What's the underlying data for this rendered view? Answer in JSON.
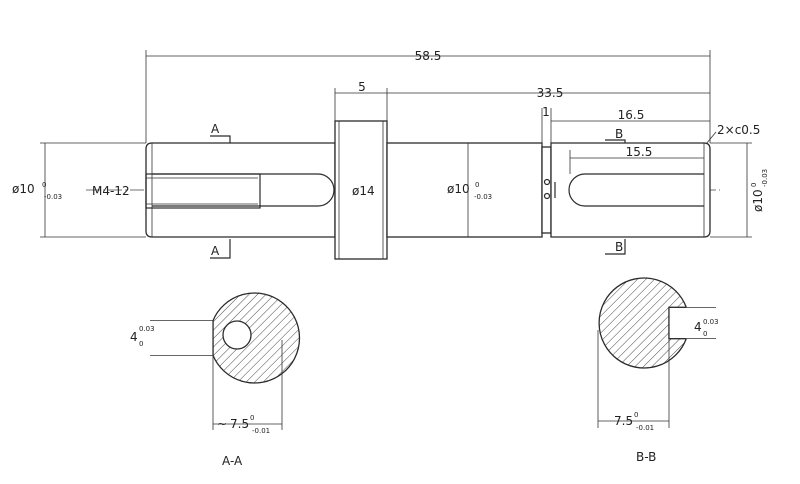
{
  "dimensions": {
    "overall_length": "58.5",
    "right_length": "33.5",
    "collar_width": "5",
    "groove_width": "1",
    "key_length_outer": "16.5",
    "key_length_inner": "15.5",
    "chamfer": "2×c0.5",
    "thread": "M4-12",
    "collar_dia": "ø14"
  },
  "diameters": {
    "left": {
      "base": "ø10",
      "upper": "0",
      "lower": "-0.03"
    },
    "middle": {
      "base": "ø10",
      "upper": "0",
      "lower": "-0.03"
    },
    "right": {
      "base": "ø10",
      "upper": "0",
      "lower": "-0.03"
    }
  },
  "section_marks": {
    "a_top": "A",
    "a_bottom": "A",
    "b_top": "B",
    "b_bottom": "B"
  },
  "section_aa": {
    "title": "A-A",
    "key_width": {
      "base": "4",
      "upper": "0.03",
      "lower": "0"
    },
    "depth": {
      "prefix": "~",
      "base": "7.5",
      "upper": "0",
      "lower": "-0.01"
    }
  },
  "section_bb": {
    "title": "B-B",
    "key_width": {
      "base": "4",
      "upper": "0.03",
      "lower": "0"
    },
    "depth": {
      "base": "7.5",
      "upper": "0",
      "lower": "-0.01"
    }
  },
  "colors": {
    "line": "#2b2b2b",
    "background": "#ffffff"
  }
}
